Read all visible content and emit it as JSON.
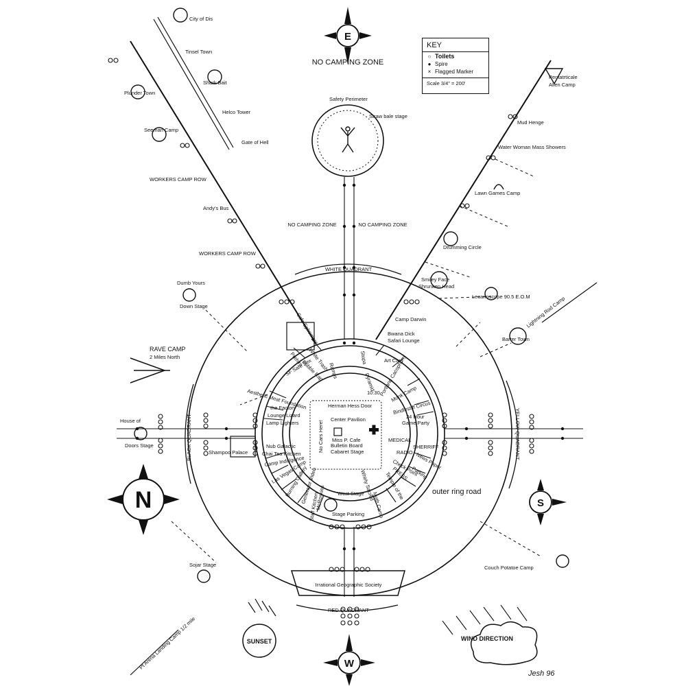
{
  "compass": {
    "north": "N",
    "south": "S",
    "east": "E",
    "west": "W"
  },
  "key": {
    "title": "KEY",
    "toilets": "Toilets",
    "spire": "Spire",
    "flagged": "Flagged Marker",
    "scale": "Scale  3/4\" = 200'"
  },
  "zones": {
    "no_camping_top": "NO CAMPING ZONE",
    "no_camping_left": "NO CAMPING ZONE",
    "no_camping_right": "NO CAMPING ZONE",
    "safety_perimeter": "Safety Perimeter",
    "straw_bale_stage": "Straw bale stage"
  },
  "quadrants": {
    "white": "WHITE QUADRANT",
    "yellow": "YELLOW QUADRANT",
    "red": "RED QUADRANT",
    "black": "BLACK QUADRANT"
  },
  "left_camps": {
    "city_of_dis": "City of Dis",
    "tinsel_town": "Tinsel Town",
    "shark_bait": "Shark Bait",
    "helco_tower": "Helco Tower",
    "gate_of_hell": "Gate of Hell",
    "plunder_town": "Plunder Town",
    "seeman_camp": "Seeman Camp",
    "workers_row_1": "WORKERS CAMP ROW",
    "andys_bus": "Andy's Bus",
    "workers_row_2": "WORKERS CAMP ROW",
    "dumb_yours": "Dumb Yours",
    "down_stage": "Down Stage",
    "rave_camp": "RAVE CAMP",
    "rave_dist": "2 Miles North",
    "house_of": "House of",
    "doors_stage": "Doors Stage",
    "sojar_stage": "Sojar Stage",
    "pt_arena": "Pt Arena Landing Camp 1/2 mile",
    "sunset": "SUNSET"
  },
  "right_camps": {
    "pentatrticale": "Pentatrticale",
    "alien_camp": "Alien Camp",
    "mud_henge": "Mud Henge",
    "water_woman": "Water Woman Mass Showers",
    "lawn_games": "Lawn Games Camp",
    "drumming": "Drumming Circle",
    "smiley_face": "Smiley Face",
    "shrunken_head": "Shrunken Head",
    "lecanoscope": "Lecanoscope 90.5  E.O.M",
    "lightning_rod": "Lightning Rod Camp",
    "barter_town": "Barter Town",
    "camp_darwin": "Camp Darwin",
    "bwana_dick": "Bwana Dick",
    "safari_lounge": "Safari Lounge",
    "outer_ring": "outer ring road",
    "couch_potatoe": "Couch Potatoe Camp",
    "wind_direction": "WIND DIRECTION",
    "signature": "Jesh 96"
  },
  "ring_camps": {
    "cafe_ephemera": "Cafe Ephemera",
    "prehiro": "Prehiro",
    "white_trash": "White Trash",
    "bubble_rap": "Bubble Rap",
    "ramps": "Ramps",
    "stupa": "Stupa",
    "art_cars": "Art Cars",
    "pyramid": "Pyramid",
    "time_1030": "10:30",
    "portland_cacophony": "Portland Cacophony",
    "monk_camp": "Monk Camp",
    "bindlestiff": "Bindlestiff Circus",
    "game_party": "24 Hour Game Party",
    "sf_safe_sex": "SF Safe Sex",
    "aesthetic_meat": "Aesthetic Meat Foundation",
    "the_factory": "the Factory",
    "lounge_lizard": "Lounge Lizard",
    "lamp_lighters": "Lamp Lighters",
    "herman_hess": "Herman Hess Door",
    "center_pavilion": "Center Pavilion",
    "no_cars": "No Cars Here!",
    "miss_p": "Miss P. Cafe",
    "bulletin": "Bulletin Board",
    "cabaret": "Cabaret Stage",
    "medical": "MEDICAL",
    "sherriff": "SHERRIFF",
    "radio": "RADIO",
    "news_paper": "News Paper",
    "check_point": "Check Point",
    "parking_r": "Parking",
    "press": "PRESS",
    "nub_galactic": "Nub Galactic",
    "chai_tea": "Chai Tea Kitchen",
    "camp_indulgence": "Camp Indulgence",
    "shampoo_palace": "Shampoo Palace",
    "las_vegas": "Las Vegas Camp",
    "burning_gallery": "Burning Gallery",
    "generator_video": "Generator Video",
    "mcroskies": "McRoskies",
    "staff_kitchen": "Staff Kitchen",
    "west_stage": "West Stage",
    "stage_parking": "Stage Parking",
    "temple_of_the": "Temple of the",
    "whirly_sacred": "Whirly Sacred",
    "moth_camp": "Moth Camp",
    "irrational": "Irrational Geographic Society"
  }
}
